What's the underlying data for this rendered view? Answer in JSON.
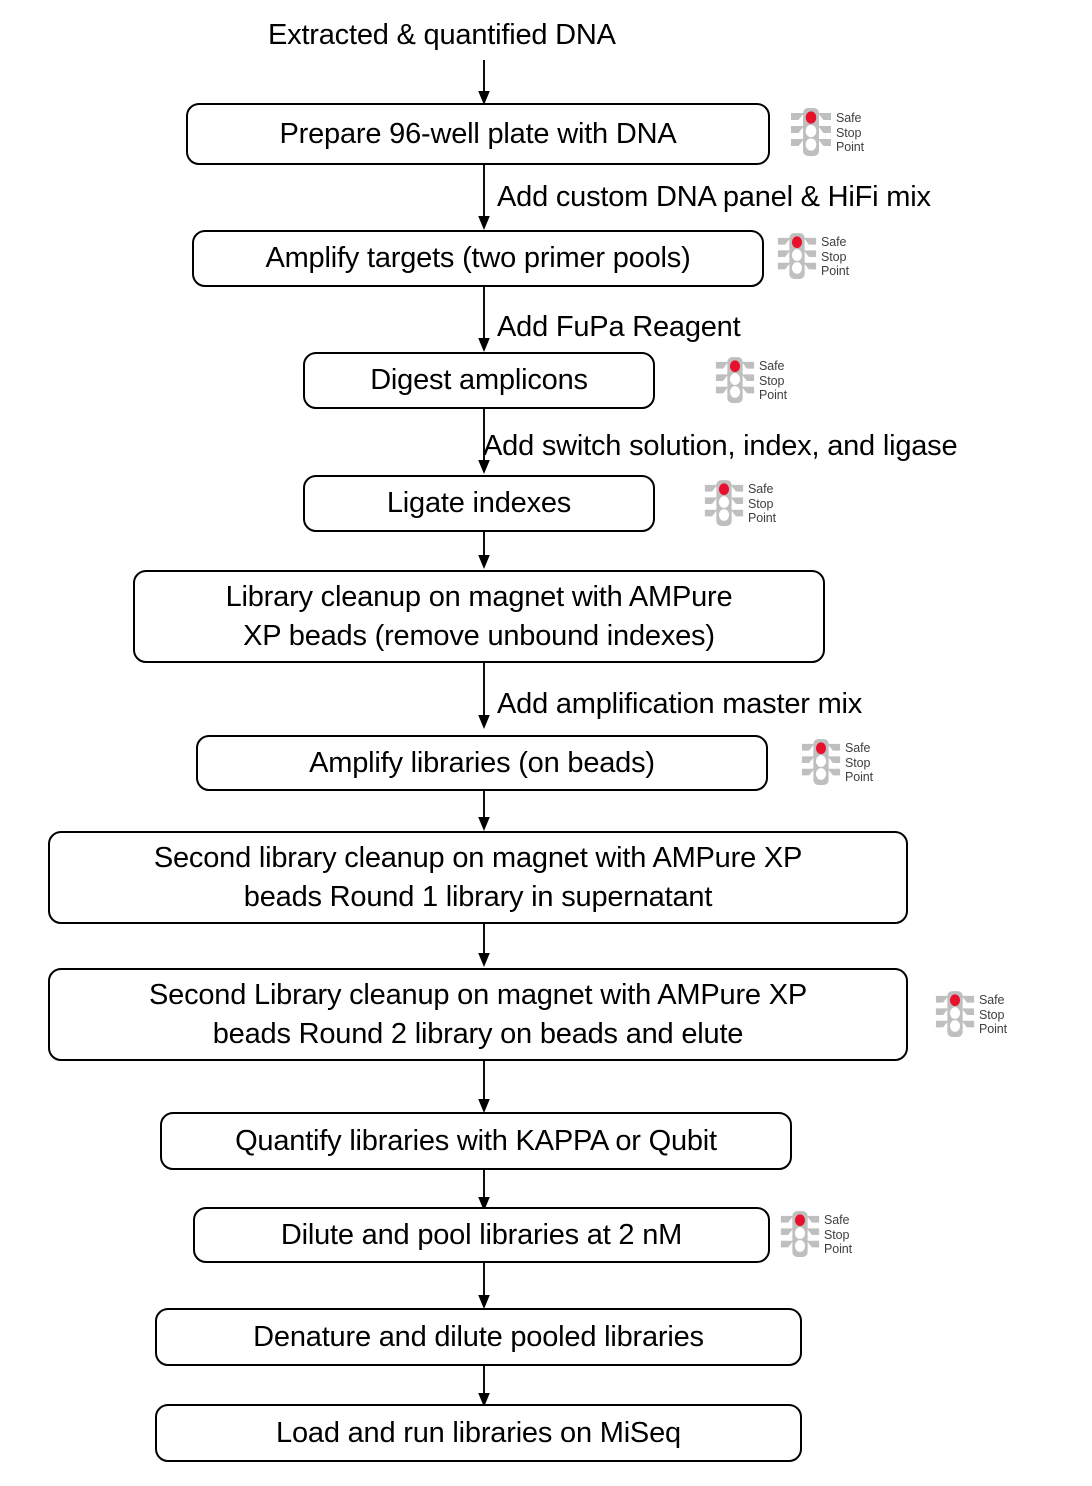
{
  "diagram": {
    "title_caption": "Extracted & quantified DNA",
    "type": "flowchart",
    "orientation": "top-to-bottom",
    "accent_color": "#e8112d",
    "light_body_color": "#bfbfbf",
    "lamp_off_color": "#ffffff",
    "text_color": "#000000",
    "badge_text_color": "#3f3f3f",
    "stroke_color": "#000000"
  },
  "safe_stop": {
    "icon_name": "traffic-light-icon",
    "label": "Safe\nStop\nPoint",
    "line1": "Safe",
    "line2": "Stop",
    "line3": "Point"
  },
  "captions": [
    {
      "id": "c0",
      "text": "Extracted & quantified DNA"
    },
    {
      "id": "c1",
      "text": "Add custom DNA panel & HiFi mix"
    },
    {
      "id": "c2",
      "text": "Add FuPa Reagent"
    },
    {
      "id": "c3",
      "text": "Add switch solution, index, and ligase"
    },
    {
      "id": "c4",
      "text": "Add amplification master mix"
    }
  ],
  "nodes": [
    {
      "id": "n1",
      "text": "Prepare 96-well plate with DNA",
      "safe_stop": true
    },
    {
      "id": "n2",
      "text": "Amplify targets (two primer pools)",
      "safe_stop": true
    },
    {
      "id": "n3",
      "text": "Digest amplicons",
      "safe_stop": true
    },
    {
      "id": "n4",
      "text": "Ligate indexes",
      "safe_stop": true
    },
    {
      "id": "n5",
      "text": "Library cleanup on magnet with AMPure\nXP beads (remove unbound indexes)",
      "safe_stop": false
    },
    {
      "id": "n6",
      "text": "Amplify libraries (on beads)",
      "safe_stop": true
    },
    {
      "id": "n7",
      "text": "Second library cleanup on magnet with AMPure XP\nbeads Round 1 library in supernatant",
      "safe_stop": false
    },
    {
      "id": "n8",
      "text": "Second Library cleanup on magnet with AMPure XP\nbeads Round 2 library on beads and elute",
      "safe_stop": true
    },
    {
      "id": "n9",
      "text": "Quantify libraries with KAPPA or Qubit",
      "safe_stop": false
    },
    {
      "id": "n10",
      "text": "Dilute and pool libraries at 2 nM",
      "safe_stop": true
    },
    {
      "id": "n11",
      "text": "Denature and dilute pooled libraries",
      "safe_stop": false
    },
    {
      "id": "n12",
      "text": "Load and run libraries on MiSeq",
      "safe_stop": false
    }
  ]
}
